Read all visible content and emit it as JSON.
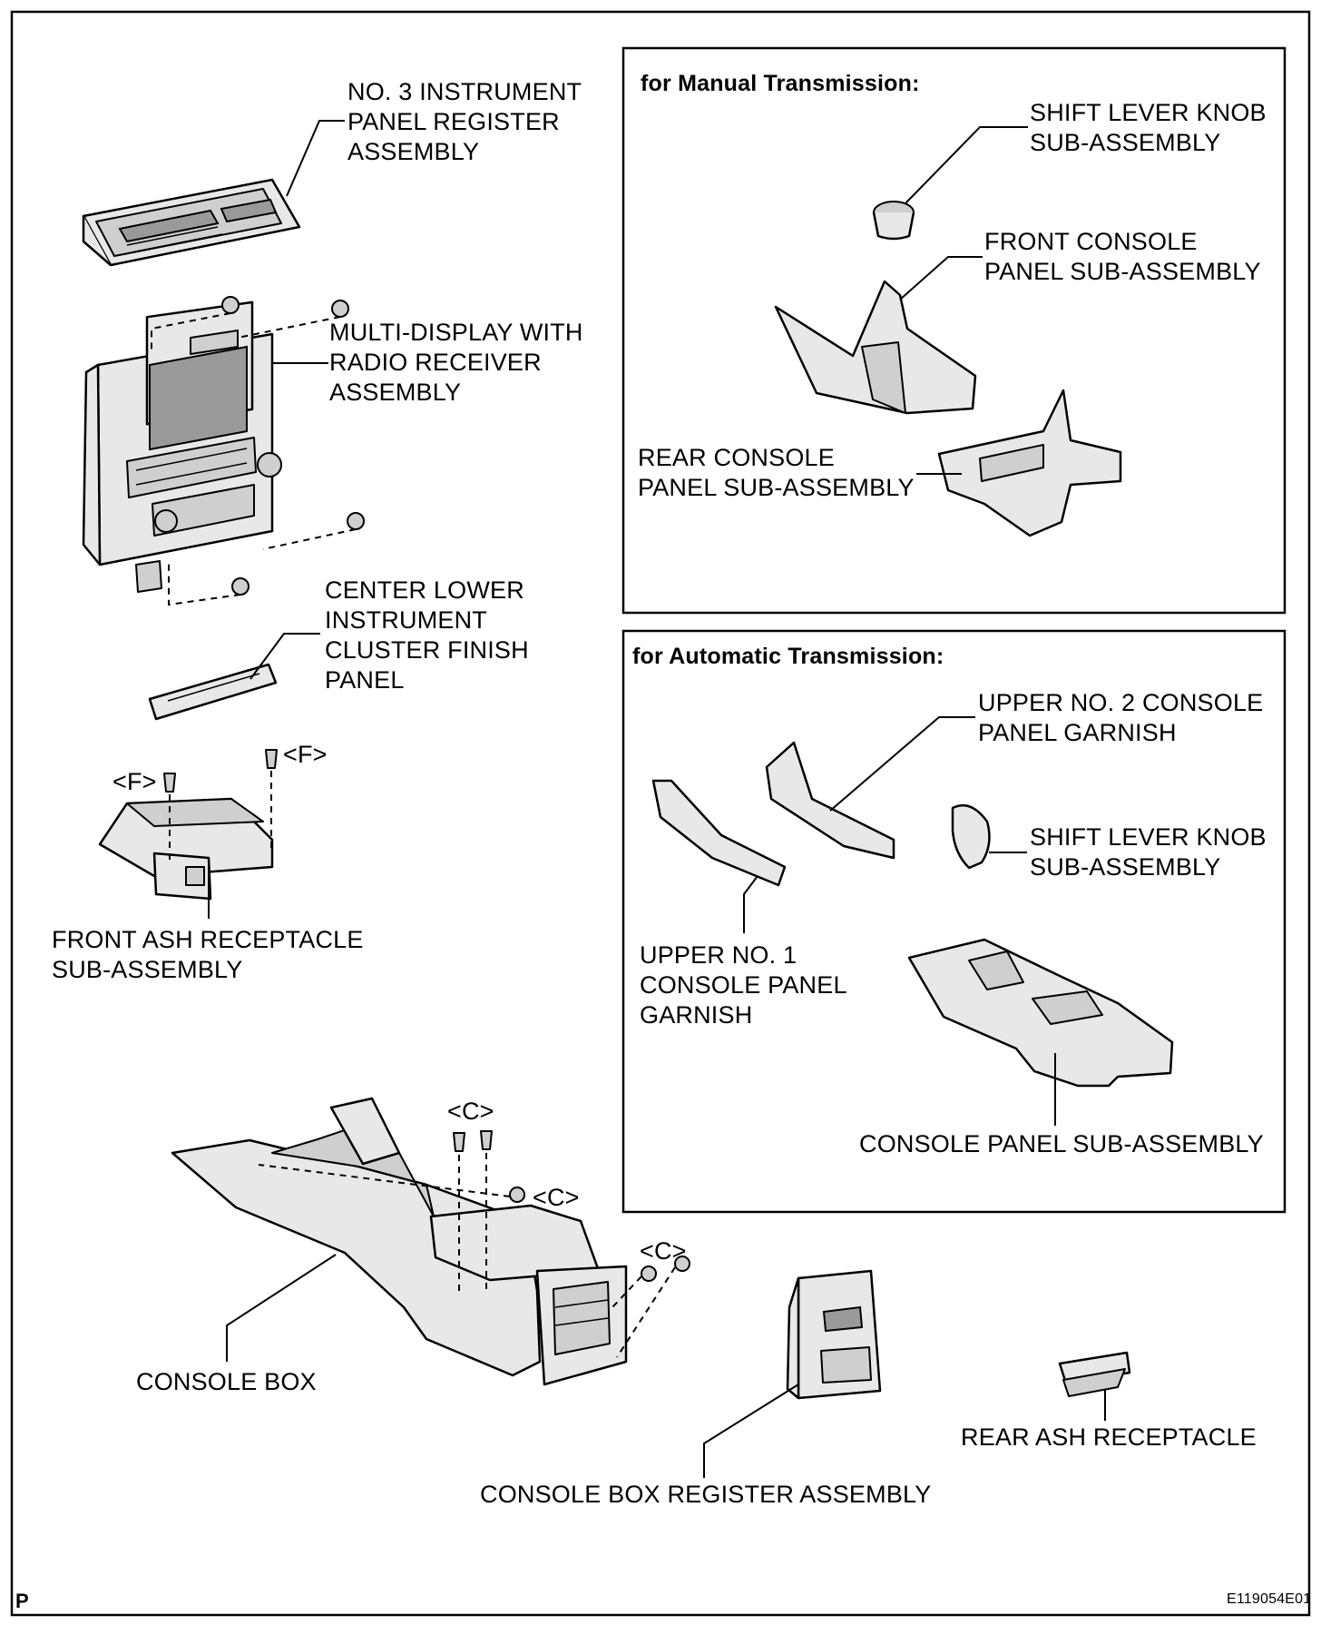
{
  "labels": {
    "no3_register": "NO. 3 INSTRUMENT\nPANEL REGISTER\nASSEMBLY",
    "multi_display": "MULTI-DISPLAY WITH\nRADIO RECEIVER\nASSEMBLY",
    "center_lower_panel": "CENTER LOWER\nINSTRUMENT\nCLUSTER FINISH\nPANEL",
    "clip_f_1": "<F>",
    "clip_f_2": "<F>",
    "front_ash": "FRONT ASH RECEPTACLE\nSUB-ASSEMBLY",
    "clip_c_1": "<C>",
    "clip_c_2": "<C>",
    "clip_c_3": "<C>",
    "console_box": "CONSOLE BOX",
    "console_box_register": "CONSOLE BOX REGISTER ASSEMBLY",
    "rear_ash": "REAR ASH RECEPTACLE"
  },
  "manual_box": {
    "heading": "for Manual Transmission:",
    "shift_knob": "SHIFT LEVER KNOB\nSUB-ASSEMBLY",
    "front_console": "FRONT CONSOLE\nPANEL SUB-ASSEMBLY",
    "rear_console": "REAR CONSOLE\nPANEL SUB-ASSEMBLY"
  },
  "auto_box": {
    "heading": "for Automatic Transmission:",
    "upper_no2": "UPPER NO. 2 CONSOLE\nPANEL GARNISH",
    "shift_knob": "SHIFT LEVER KNOB\nSUB-ASSEMBLY",
    "upper_no1": "UPPER NO. 1\nCONSOLE PANEL\nGARNISH",
    "console_panel": "CONSOLE PANEL SUB-ASSEMBLY"
  },
  "footer": {
    "mark": "P",
    "figure_code": "E119054E01"
  }
}
